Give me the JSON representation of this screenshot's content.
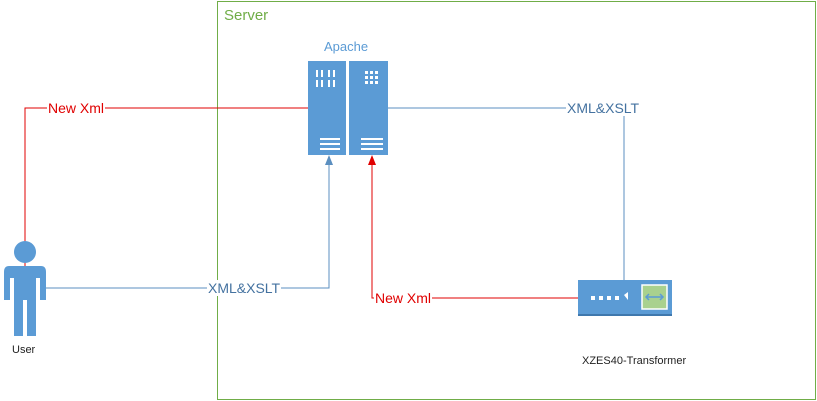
{
  "server": {
    "label": "Server"
  },
  "apache": {
    "label": "Apache"
  },
  "user": {
    "label": "User"
  },
  "transformer": {
    "label": "XZES40-Transformer"
  },
  "connections": {
    "apache_to_user": "New Xml",
    "apache_to_transformer": "XML&XSLT",
    "user_to_apache": "XML&XSLT",
    "transformer_to_apache": "New Xml"
  },
  "colors": {
    "server_border": "#70ad47",
    "node_blue": "#5b9bd5",
    "request_line": "#5b8fc0",
    "response_line": "#e00000"
  }
}
